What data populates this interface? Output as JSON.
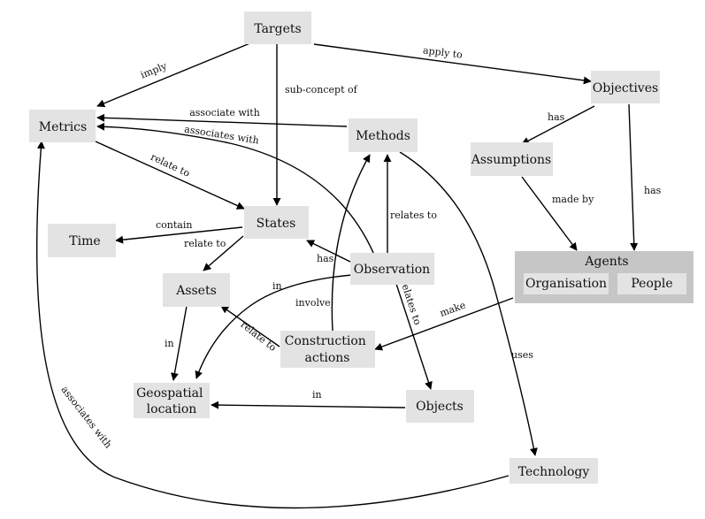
{
  "nodes": {
    "targets": "Targets",
    "metrics": "Metrics",
    "objectives": "Objectives",
    "methods": "Methods",
    "assumptions": "Assumptions",
    "states": "States",
    "time": "Time",
    "assets": "Assets",
    "observation": "Observation",
    "agents": "Agents",
    "organisation": "Organisation",
    "people": "People",
    "construction_actions": [
      "Construction",
      "actions"
    ],
    "geospatial_location": [
      "Geospatial",
      "location"
    ],
    "objects": "Objects",
    "technology": "Technology"
  },
  "edges": {
    "imply": "imply",
    "apply_to": "apply to",
    "sub_concept_of": "sub-concept of",
    "associate_with": "associate with",
    "associates_with_methods": "associates with",
    "has_obj_assumptions": "has",
    "has_obj_agents": "has",
    "relate_to_metrics_states": "relate to",
    "made_by": "made by",
    "contain": "contain",
    "relate_to_states_assets": "relate to",
    "has_obs_states": "has",
    "relates_to_obs_methods": "relates to",
    "in_obs_geo": "in",
    "involve": "involve",
    "relates_to_obs_objects": "relates to",
    "make": "make",
    "in_assets_geo": "in",
    "relate_to_ca_assets": "relate to",
    "uses": "uses",
    "in_objects_geo": "in",
    "associates_with_tech": "associates with"
  }
}
